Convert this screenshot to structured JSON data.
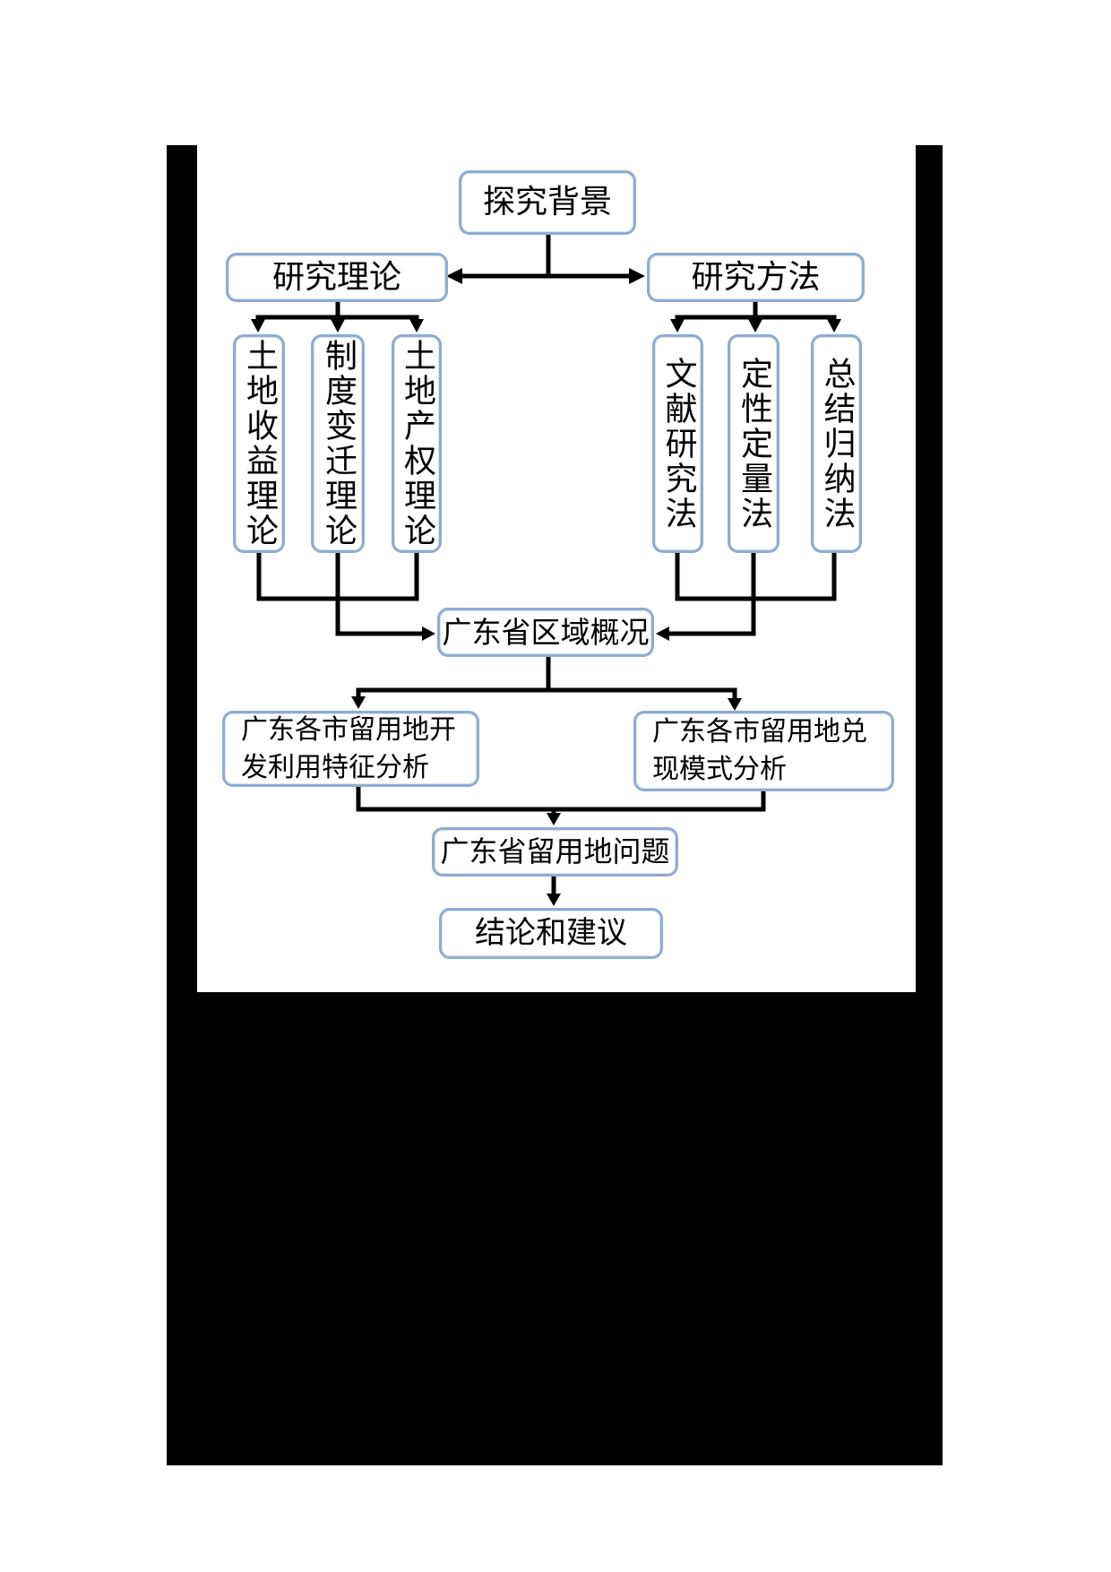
{
  "page": {
    "background_color": "#ffffff",
    "mask_color": "#000000"
  },
  "diagram": {
    "colors": {
      "box_border": "#91abd0",
      "box_fill": "#ffffff",
      "connector": "#000000",
      "text": "#000000"
    },
    "nodes": {
      "background": "探究背景",
      "theory": "研究理论",
      "method": "研究方法",
      "theory_items": [
        "土地收益理论",
        "制度变迁理论",
        "土地产权理论"
      ],
      "method_items": [
        "文献研究法",
        "定性定量法",
        "总结归纳法"
      ],
      "overview": "广东省区域概况",
      "development_analysis": "广东各市留用地开发利用特征分析",
      "redemption_analysis": "广东各市留用地兑现模式分析",
      "problems": "广东省留用地问题",
      "conclusion": "结论和建议"
    }
  }
}
